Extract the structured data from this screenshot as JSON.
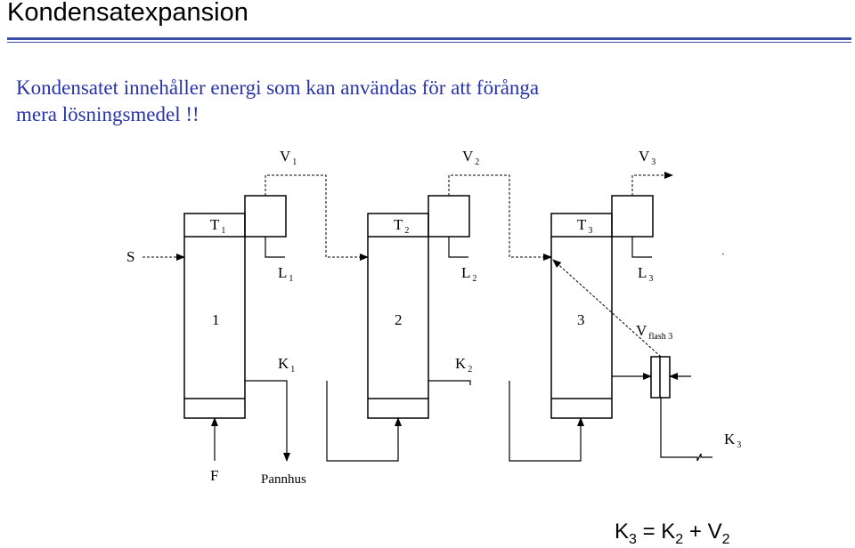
{
  "slide": {
    "title": "Kondensatexpansion",
    "intro_line1": "Kondensatet innehåller energi som kan användas för att förånga",
    "intro_line2": "mera lösningsmedel !!",
    "accent_color": "#2733a8",
    "rule_color": "#3d4fa6"
  },
  "diagram": {
    "vapor": [
      {
        "symbol": "V",
        "index": "1"
      },
      {
        "symbol": "V",
        "index": "2"
      },
      {
        "symbol": "V",
        "index": "3"
      }
    ],
    "temperatures": [
      {
        "symbol": "T",
        "index": "1"
      },
      {
        "symbol": "T",
        "index": "2"
      },
      {
        "symbol": "T",
        "index": "3"
      }
    ],
    "liquids": [
      {
        "symbol": "L",
        "index": "1"
      },
      {
        "symbol": "L",
        "index": "2"
      },
      {
        "symbol": "L",
        "index": "3"
      }
    ],
    "effects": [
      "1",
      "2",
      "3"
    ],
    "condensates": [
      {
        "symbol": "K",
        "index": "1"
      },
      {
        "symbol": "K",
        "index": "2"
      },
      {
        "symbol": "K",
        "index": "3"
      }
    ],
    "flash": {
      "symbol": "V",
      "index": "flash 3"
    },
    "steam": "S",
    "feed": "F",
    "boiler": "Pannhus",
    "stray_mark": "`"
  },
  "equation": {
    "lhs": "K",
    "lhs_index": "3",
    "eq": "=",
    "t1": "K",
    "t1_index": "2",
    "plus": "+",
    "t2": "V",
    "t2_index": "2"
  }
}
